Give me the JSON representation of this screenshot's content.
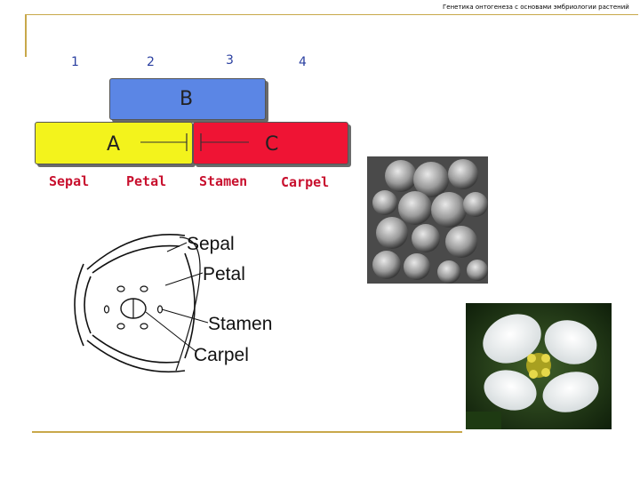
{
  "header": {
    "title": "Генетика онтогенеза с основами эмбриологии растений"
  },
  "abc_model": {
    "whorl_numbers": [
      "1",
      "2",
      "3",
      "4"
    ],
    "gene_labels": {
      "b": "B",
      "a": "A",
      "c": "C"
    },
    "colors": {
      "b": "#5b86e5",
      "a": "#f3f31c",
      "c": "#ef1434",
      "organ_text": "#c8102e",
      "whorl_text": "#2a3fa0"
    },
    "organs": [
      "Sepal",
      "Petal",
      "Stamen",
      "Carpel"
    ]
  },
  "floral_diagram": {
    "labels": {
      "sepal": "Sepal",
      "petal": "Petal",
      "stamen": "Stamen",
      "carpel": "Carpel"
    }
  },
  "images": {
    "sem": "sem-micrograph-floral-buds",
    "flower": "arabidopsis-flower-photo"
  },
  "accent_color": "#c8a84a"
}
